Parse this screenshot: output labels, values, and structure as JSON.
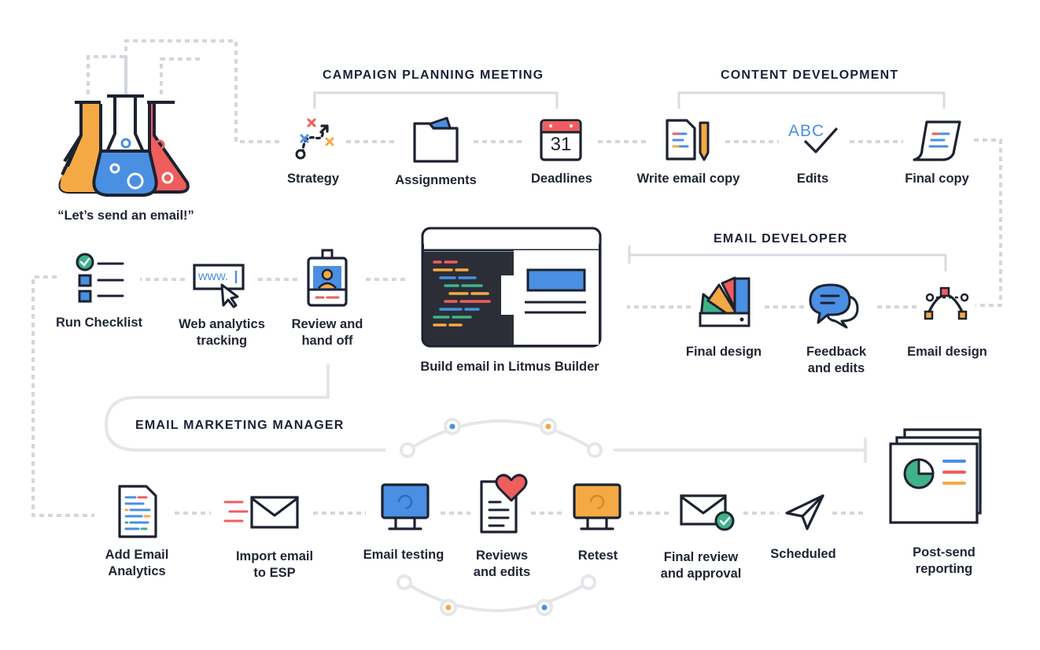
{
  "start": {
    "quote": "“Let’s send an email!”"
  },
  "sections": {
    "campaign_planning": "CAMPAIGN PLANNING MEETING",
    "content_development": "CONTENT DEVELOPMENT",
    "email_developer": "EMAIL DEVELOPER",
    "email_marketing_manager": "EMAIL MARKETING MANAGER"
  },
  "steps": {
    "strategy": "Strategy",
    "assignments": "Assignments",
    "deadlines": "Deadlines",
    "calendar_day": "31",
    "write_copy": "Write email copy",
    "edits": "Edits",
    "abc": "ABC",
    "final_copy": "Final copy",
    "run_checklist": "Run Checklist",
    "web_analytics": "Web analytics\ntracking",
    "www": "www.",
    "review_handoff": "Review and\nhand off",
    "build_email": "Build email in Litmus Builder",
    "final_design": "Final design",
    "feedback": "Feedback\nand edits",
    "email_design": "Email design",
    "add_analytics": "Add Email\nAnalytics",
    "import_esp": "Import email\nto ESP",
    "email_testing": "Email testing",
    "reviews_edits": "Reviews\nand edits",
    "retest": "Retest",
    "final_review": "Final review\nand approval",
    "scheduled": "Scheduled",
    "post_send": "Post-send\nreporting"
  },
  "colors": {
    "blue": "#4a8fe2",
    "orange": "#f5a944",
    "red": "#ef5d5d",
    "green": "#3fb28a",
    "ink": "#1c2230",
    "connector": "#d3d6dc"
  }
}
